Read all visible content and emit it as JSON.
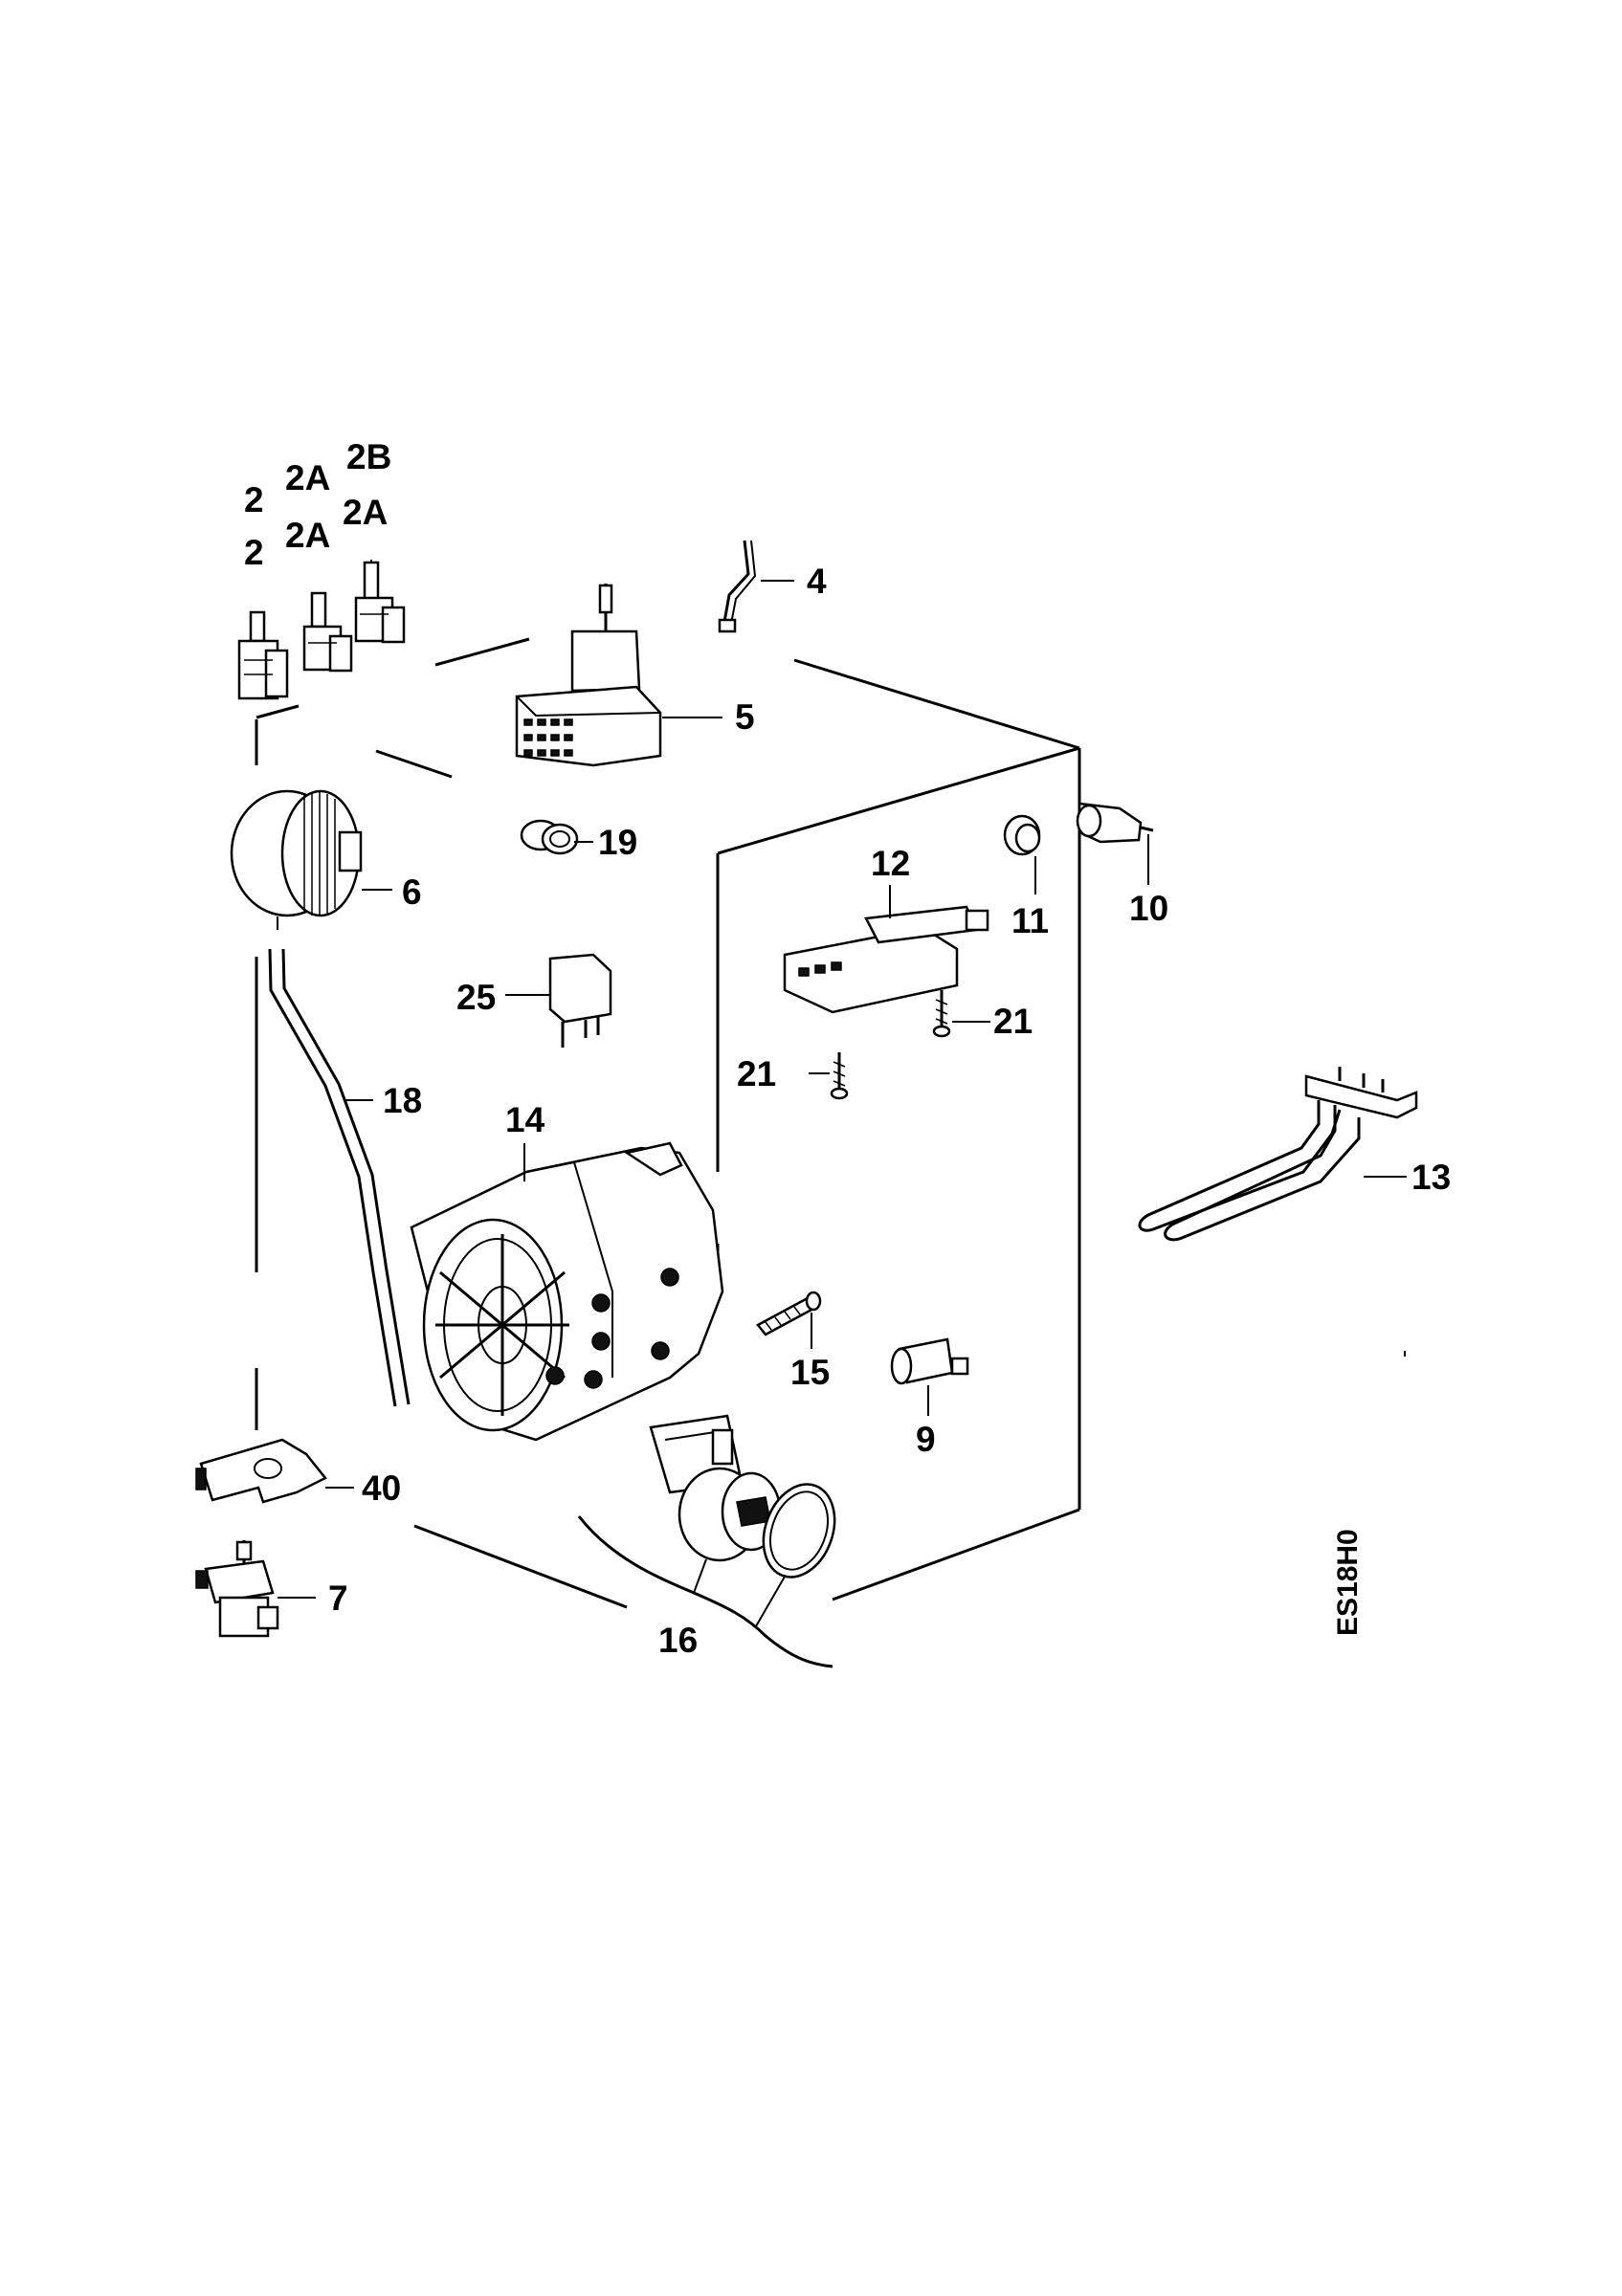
{
  "diagram_code": "ES18H0",
  "labels": {
    "p2_top": "2",
    "p2A_top": "2A",
    "p2B": "2B",
    "p2_bottom": "2",
    "p2A_bottom": "2A",
    "p2A_right": "2A",
    "p4": "4",
    "p5": "5",
    "p6": "6",
    "p19": "19",
    "p12": "12",
    "p11": "11",
    "p10": "10",
    "p25": "25",
    "p21_right": "21",
    "p21_left": "21",
    "p18": "18",
    "p14": "14",
    "p13": "13",
    "p15": "15",
    "p9": "9",
    "p40": "40",
    "p7": "7",
    "p16": "16"
  }
}
